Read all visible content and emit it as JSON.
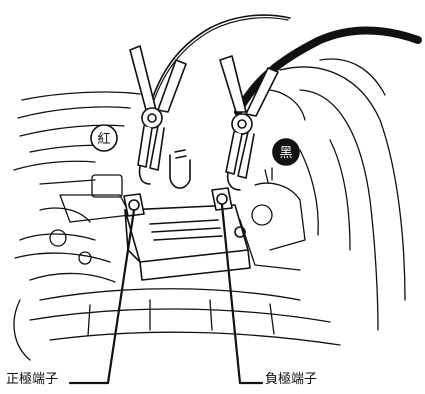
{
  "labels": {
    "positive_terminal": "正極端子",
    "negative_terminal": "負極端子"
  },
  "badges": {
    "red": "紅",
    "black": "黑"
  },
  "colors": {
    "line": "#111111",
    "background": "#ffffff"
  }
}
